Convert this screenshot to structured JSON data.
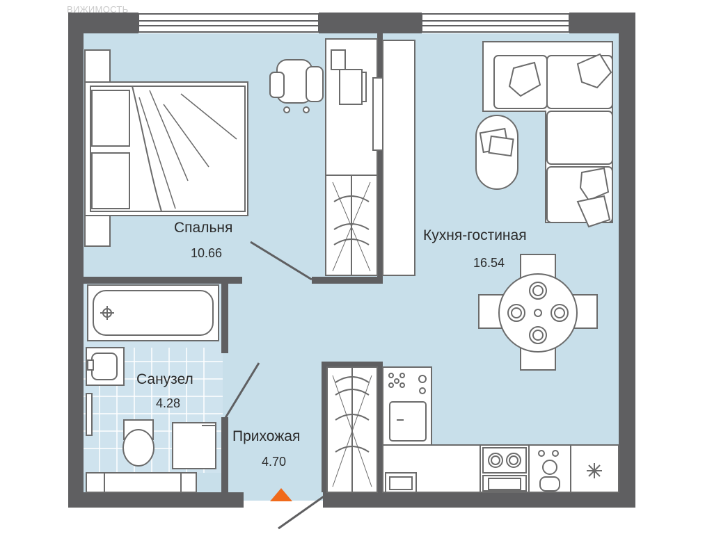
{
  "watermark": "ВИЖИМОСТЬ",
  "rooms": [
    {
      "name": "Спальня",
      "area": "10.66"
    },
    {
      "name": "Кухня-гостиная",
      "area": "16.54"
    },
    {
      "name": "Санузел",
      "area": "4.28"
    },
    {
      "name": "Прихожая",
      "area": "4.70"
    }
  ],
  "colors": {
    "wall": "#5f5f61",
    "floor": "#c8dfea",
    "bathroom_floor": "#cfe3ee",
    "furniture_fill": "#ffffff",
    "furniture_stroke": "#6b6b6b",
    "entrance_marker": "#f06a1b"
  },
  "icons": [
    "bed-icon",
    "desk-chair-icon",
    "laptop-icon",
    "sofa-icon",
    "dining-table-icon",
    "bathtub-icon",
    "sink-icon",
    "toilet-icon",
    "washing-machine-icon",
    "stove-icon",
    "kitchen-sink-icon",
    "entrance-arrow-icon",
    "snowflake-icon"
  ]
}
